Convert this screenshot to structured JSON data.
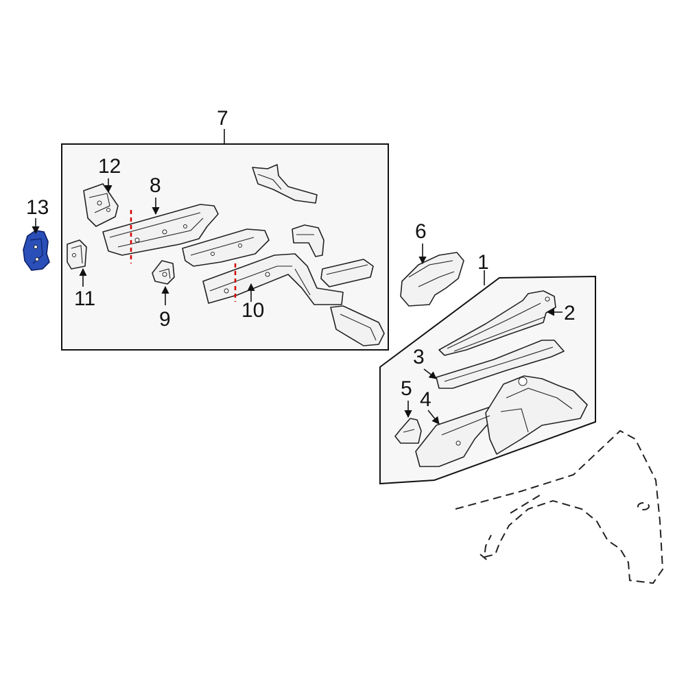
{
  "callouts": {
    "c1": "1",
    "c2": "2",
    "c3": "3",
    "c4": "4",
    "c5": "5",
    "c6": "6",
    "c7": "7",
    "c8": "8",
    "c9": "9",
    "c10": "10",
    "c11": "11",
    "c12": "12",
    "c13": "13"
  },
  "colors": {
    "highlight": "#2a4fb8",
    "cut_line": "#d40000",
    "line": "#222222"
  },
  "highlighted_part": "13"
}
